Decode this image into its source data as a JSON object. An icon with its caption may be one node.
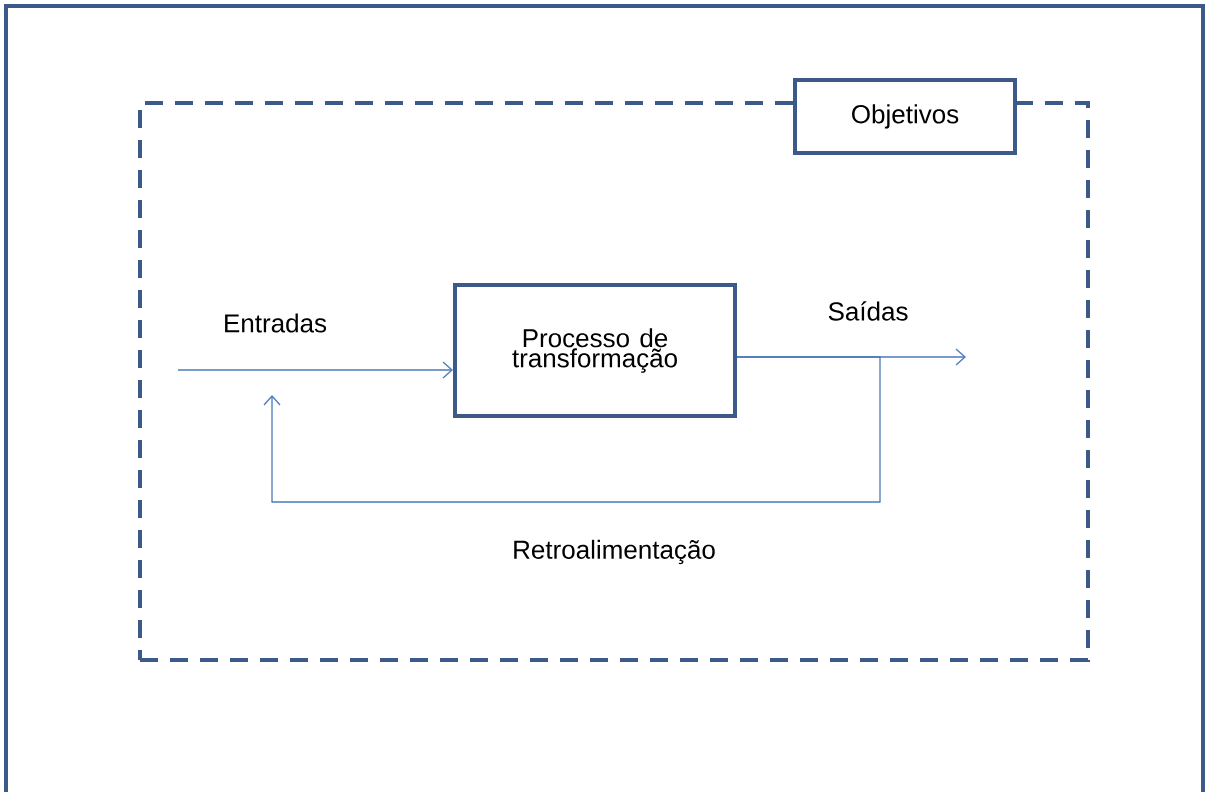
{
  "diagram": {
    "nodes": [
      {
        "text": [],
        "shape": "box"
      },
      {
        "text": [
          "Objetivos"
        ]
      },
      {
        "text": [
          "Processo de transformação"
        ],
        "in": 0
      }
    ],
    "edges": [
      {
        "from": null,
        "to": 2,
        "arrow": "to",
        "label": "Entradas"
      },
      {
        "from": 2,
        "to": null,
        "arrow": "to",
        "label": "Saídas"
      },
      {
        "from": 2,
        "to": null,
        "arrow": "to",
        "label": "Retroalimentação"
      }
    ]
  }
}
